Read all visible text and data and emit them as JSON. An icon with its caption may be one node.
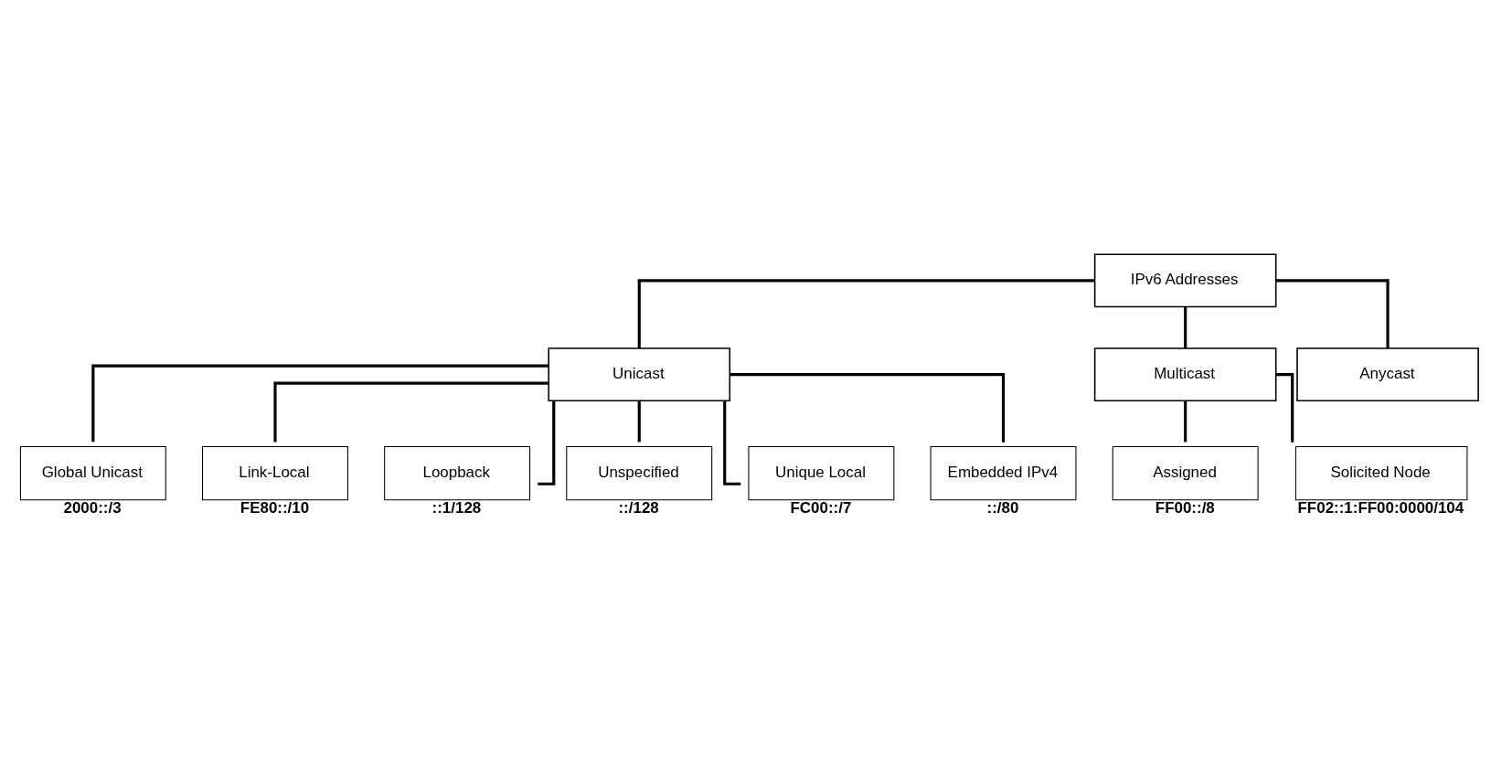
{
  "diagram": {
    "nodes": [
      {
        "text": [
          "IPv6 Addresses"
        ]
      },
      {
        "text": [
          "Unicast"
        ]
      },
      {
        "text": [
          "Multicast"
        ]
      },
      {
        "text": [
          "Anycast"
        ]
      },
      {
        "text": [
          "Assigned"
        ],
        "beside": [
          "FF00::/8"
        ]
      },
      {
        "text": [
          "Solicited Node"
        ],
        "beside": [
          "FF02::1:FF00:0000/104"
        ]
      },
      {
        "text": [
          "Global Unicast"
        ],
        "beside": [
          "2000::/3"
        ]
      },
      {
        "text": [
          "Link-Local"
        ],
        "beside": [
          "FE80::/10"
        ]
      },
      {
        "text": [
          "Loopback"
        ],
        "beside": [
          "::1/128"
        ]
      },
      {
        "text": [
          "Unspecified"
        ],
        "beside": [
          "::/128"
        ]
      },
      {
        "text": [
          "Unique Local"
        ],
        "beside": [
          "FC00::/7"
        ]
      },
      {
        "text": [
          "Embedded IPv4"
        ],
        "beside": [
          "::/80"
        ]
      }
    ],
    "edges": [
      {
        "from": 0,
        "to": 1,
        "arrow": "none"
      },
      {
        "from": 0,
        "to": 2,
        "arrow": "none"
      },
      {
        "from": 0,
        "to": 3,
        "arrow": "none"
      },
      {
        "from": 2,
        "to": 4,
        "arrow": "none"
      },
      {
        "from": 2,
        "to": 5,
        "arrow": "none"
      },
      {
        "from": 1,
        "to": 6,
        "arrow": "none"
      },
      {
        "from": 1,
        "to": 7,
        "arrow": "none"
      },
      {
        "from": 1,
        "to": 8,
        "arrow": "none"
      },
      {
        "from": 1,
        "to": 9,
        "arrow": "none"
      },
      {
        "from": 1,
        "to": 10,
        "arrow": "none"
      },
      {
        "from": 1,
        "to": 11,
        "arrow": "none"
      }
    ]
  }
}
